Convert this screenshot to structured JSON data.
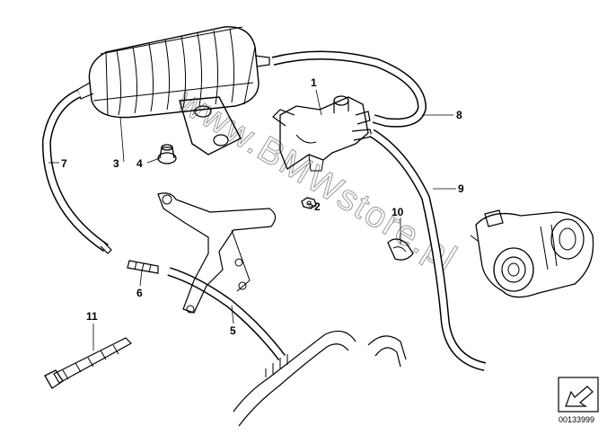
{
  "diagram": {
    "callouts": [
      "1",
      "2",
      "3",
      "4",
      "5",
      "6",
      "7",
      "8",
      "9",
      "10",
      "11"
    ],
    "watermark": "www.BMWstore.pl",
    "image_code": "00133999"
  }
}
